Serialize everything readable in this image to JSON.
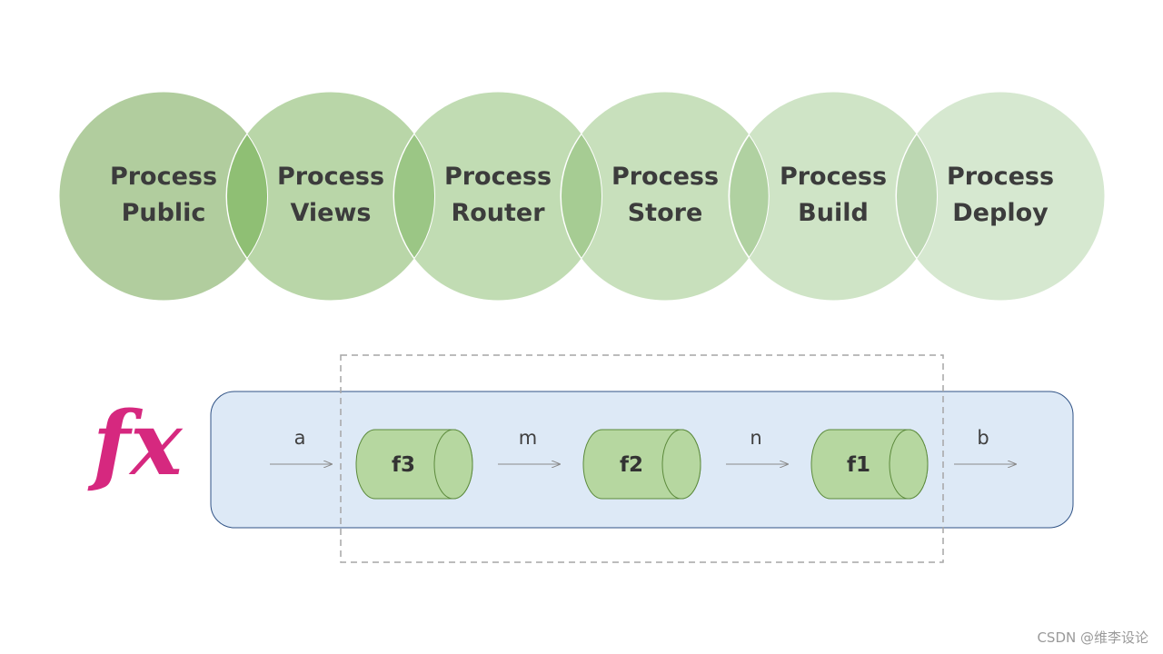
{
  "processes": [
    {
      "line1": "Process",
      "line2": "Public"
    },
    {
      "line1": "Process",
      "line2": "Views"
    },
    {
      "line1": "Process",
      "line2": "Router"
    },
    {
      "line1": "Process",
      "line2": "Store"
    },
    {
      "line1": "Process",
      "line2": "Build"
    },
    {
      "line1": "Process",
      "line2": "Deploy"
    }
  ],
  "pipeline": {
    "logo": "fx",
    "labels": [
      "a",
      "m",
      "n",
      "b"
    ],
    "functions": [
      "f3",
      "f2",
      "f1"
    ]
  },
  "colors": {
    "circles": [
      "#b1cd9e",
      "#b9d6a8",
      "#c1dcb3",
      "#c8e0bc",
      "#cfe4c6",
      "#d6e8d0"
    ],
    "overlap": [
      "#8fbf74",
      "#9bc685",
      "#a6cc93",
      "#b0d1a1",
      "#bcd7b2"
    ],
    "pipeline_fill": "#dde9f6",
    "pipeline_stroke": "#2f5285",
    "cylinder_fill": "#b6d7a0",
    "cylinder_stroke": "#5c8a3c",
    "logo": "#d6287f"
  },
  "watermark": "CSDN @维李设论"
}
